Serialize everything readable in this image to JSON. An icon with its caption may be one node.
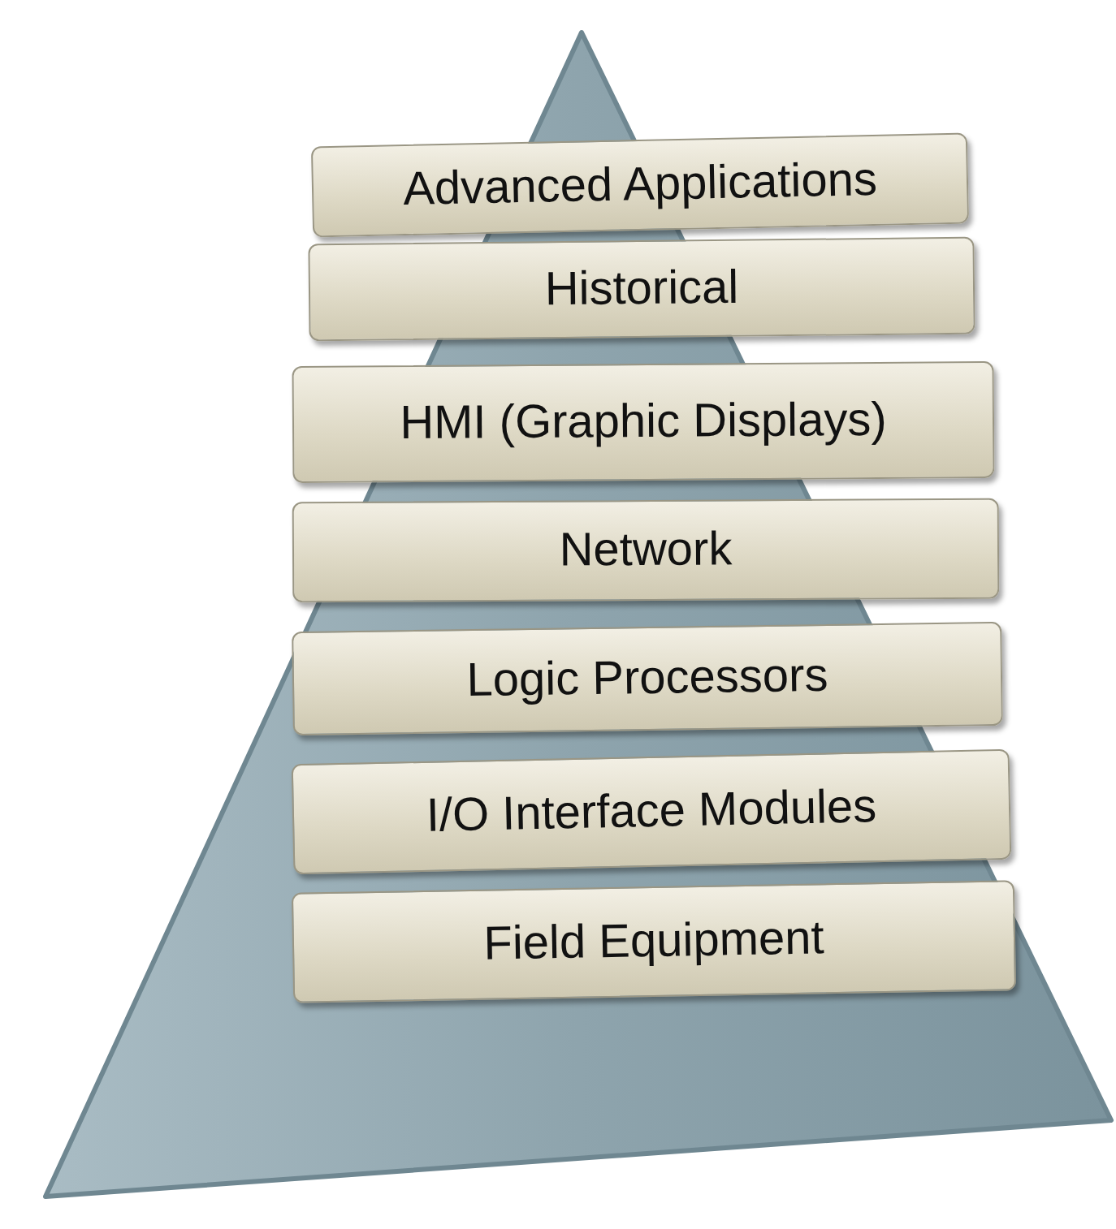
{
  "diagram": {
    "nodes": [
      {
        "text": [
          "Advanced Applications"
        ]
      },
      {
        "text": [
          "Historical"
        ]
      },
      {
        "text": [
          "HMI (Graphic Displays)"
        ]
      },
      {
        "text": [
          "Network"
        ]
      },
      {
        "text": [
          "Logic Processors"
        ]
      },
      {
        "text": [
          "I/O Interface Modules"
        ]
      },
      {
        "text": [
          "Field Equipment"
        ]
      }
    ]
  }
}
